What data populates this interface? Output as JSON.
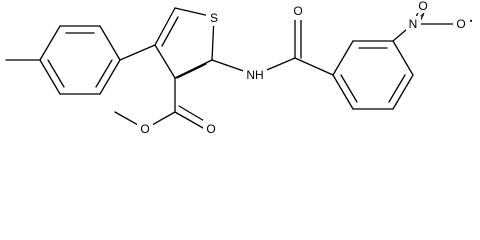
{
  "labels": {
    "S": "S",
    "NH": "NH",
    "O_amide": "O",
    "O_ester_carbonyl": "O",
    "O_ester": "O",
    "N_nitro": "N",
    "O_nitro_top": "O",
    "O_nitro_right": "O"
  },
  "charges": {
    "N_nitro": "+",
    "O_nitro_right": "•"
  }
}
